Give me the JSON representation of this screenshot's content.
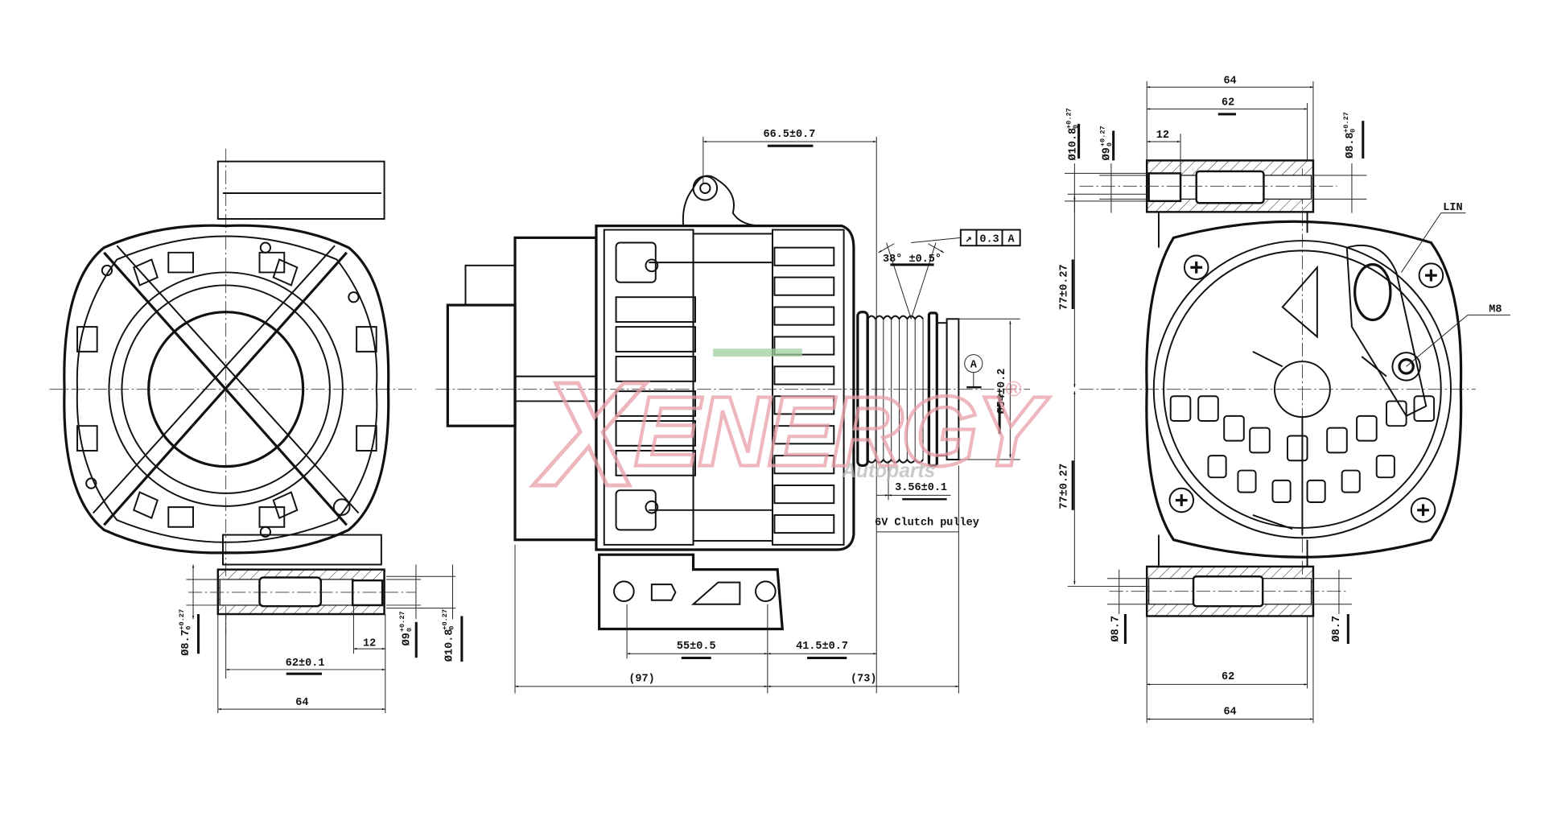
{
  "drawing": {
    "colors": {
      "line": "#111111",
      "watermark": "#e8a0a8",
      "watermark_green": "#9ecf9e",
      "watermark_gray": "#b8b8b8"
    },
    "watermark": {
      "brand": "XENERGY",
      "sub": "Autoparts",
      "mark": "®"
    },
    "left_view": {
      "dia_8_7": "Ø8.7",
      "dia_9": "Ø9",
      "dia_10_8": "Ø10.8",
      "tol_plus": "+0.27",
      "tol_zero": "0",
      "len_12": "12",
      "len_62": "62±0.1",
      "len_64": "64"
    },
    "side_view": {
      "len_66_5": "66.5±0.7",
      "angle": "38° ±0.5°",
      "runout_symbol": "↗",
      "runout_value": "0.3",
      "runout_datum": "A",
      "datum": "A",
      "pulley_dia": "Ø54±0.2",
      "groove_pitch": "3.56±0.1",
      "pulley_label": "6V Clutch pulley",
      "len_55": "55±0.5",
      "len_41_5": "41.5±0.7",
      "len_97": "(97)",
      "len_73": "(73)"
    },
    "rear_view": {
      "len_64_top": "64",
      "len_62_top": "62",
      "len_12_top": "12",
      "dia_10_8": "Ø10.8",
      "dia_9": "Ø9",
      "dia_8_8": "Ø8.8",
      "tol_plus": "+0.27",
      "tol_zero": "0",
      "lin": "LIN",
      "m8": "M8",
      "h_upper": "77±0.27",
      "h_lower": "77±0.27",
      "dia_8_7_left": "Ø8.7",
      "dia_8_7_right": "Ø8.7",
      "len_62_bottom": "62",
      "len_64_bottom": "64"
    }
  }
}
